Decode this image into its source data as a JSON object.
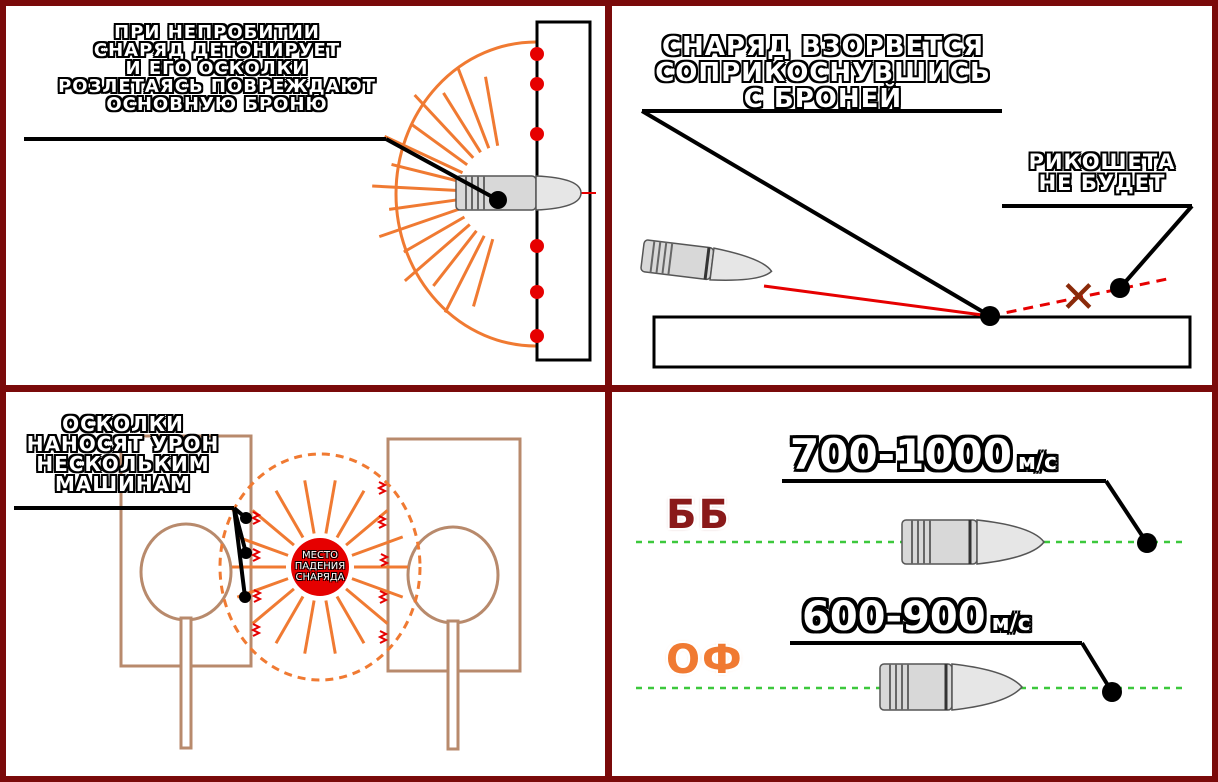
{
  "colors": {
    "frame": "#7a0a0a",
    "fragment_orange": "#f07a32",
    "impact_red": "#e60000",
    "armor_outline": "#000000",
    "tank_brown": "#b88a6c",
    "velocity_green": "#3cc83c",
    "ap_label_color": "#8a1a1a",
    "he_label_color": "#f07a32"
  },
  "panel_1": {
    "caption_lines": [
      "При непробитии",
      "снаряд детонирует",
      "и его осколки",
      "розлетаясь повреждают",
      "основную броню"
    ]
  },
  "panel_2": {
    "caption_main_lines": [
      "Снаряд взорвется",
      "соприкоснувшись",
      "с броней"
    ],
    "caption_ricochet_lines": [
      "Рикошета",
      "не будет"
    ],
    "no_ricochet_mark": "✕"
  },
  "panel_3": {
    "caption_lines": [
      "Осколки",
      "наносят урон",
      "нескольким",
      "машинам"
    ],
    "center_label_lines": [
      "место",
      "падения",
      "снаряда"
    ]
  },
  "panel_4": {
    "ap": {
      "label": "ББ",
      "speed": "700-1000",
      "unit": "м/с"
    },
    "he": {
      "label": "ОФ",
      "speed": "600-900",
      "unit": "м/с"
    }
  }
}
